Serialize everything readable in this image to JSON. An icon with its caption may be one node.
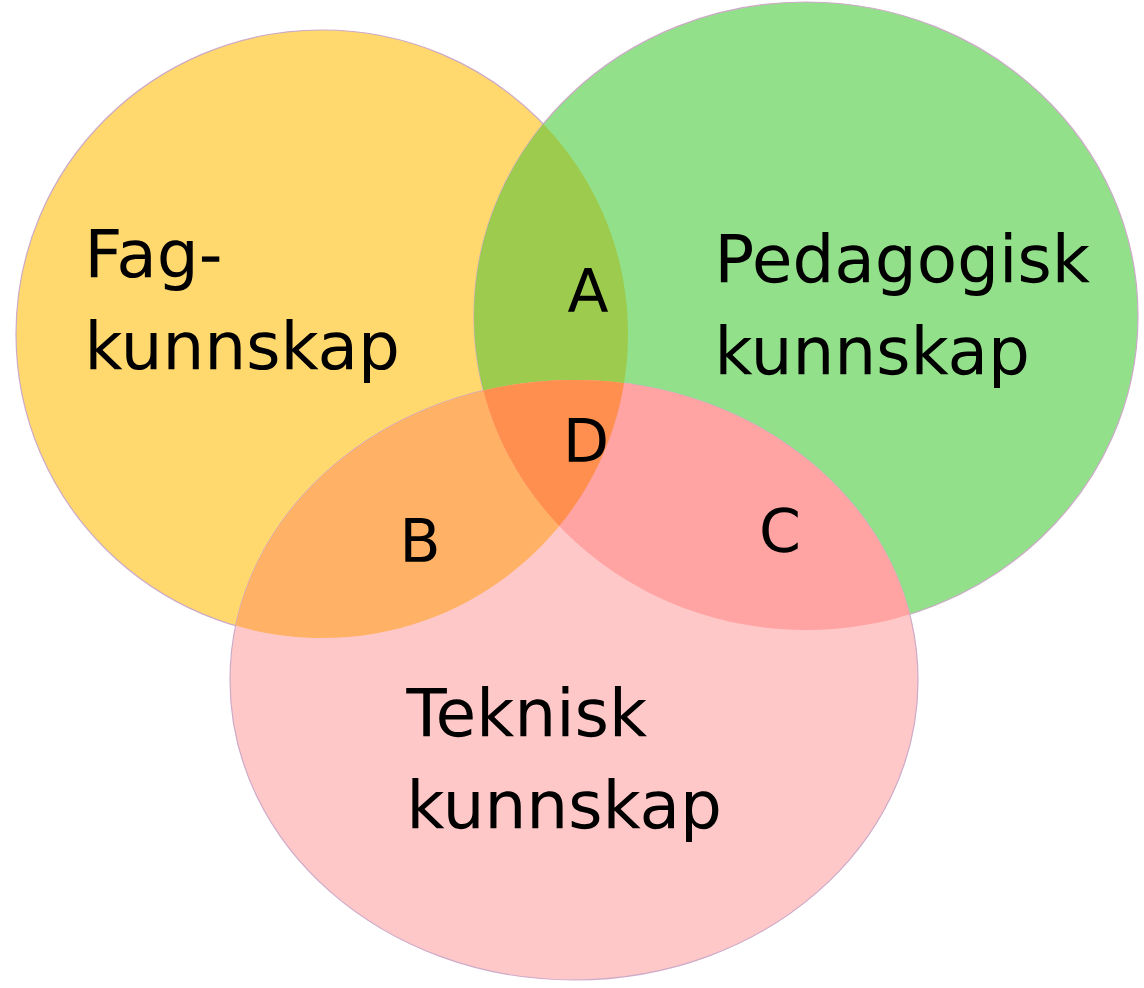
{
  "diagram": {
    "nodes": [
      {
        "text": [
          "Fag- kunnskap"
        ]
      },
      {
        "text": [
          "Pedagogisk kunnskap"
        ]
      },
      {
        "text": [
          "Teknisk kunnskap"
        ]
      }
    ],
    "labels": [
      "A",
      "D",
      "B",
      "C"
    ]
  }
}
